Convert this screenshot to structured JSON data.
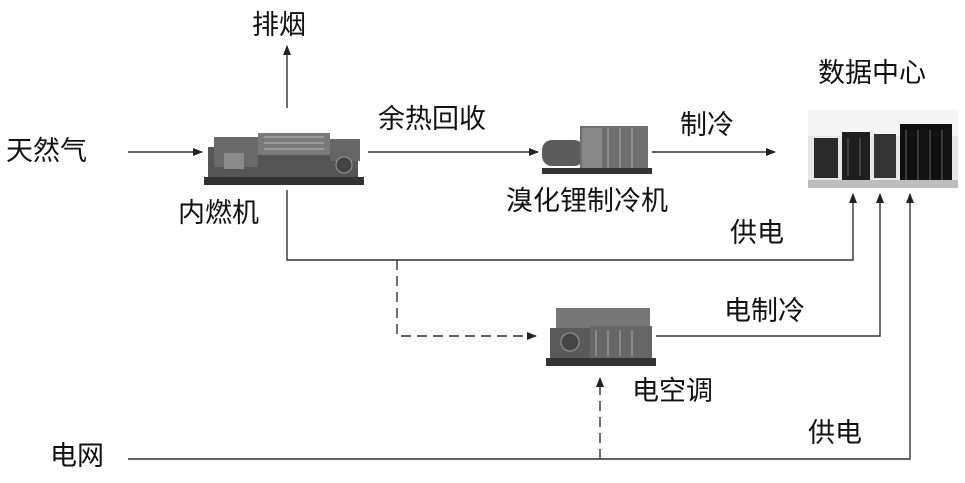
{
  "labels": {
    "exhaust": "排烟",
    "natural_gas": "天然气",
    "ice": "内燃机",
    "heat_recovery": "余热回收",
    "libr_chiller": "溴化锂制冷机",
    "cooling": "制冷",
    "data_center": "数据中心",
    "power_supply_1": "供电",
    "electric_cooling": "电制冷",
    "electric_ac": "电空调",
    "power_supply_2": "供电",
    "grid": "电网"
  }
}
